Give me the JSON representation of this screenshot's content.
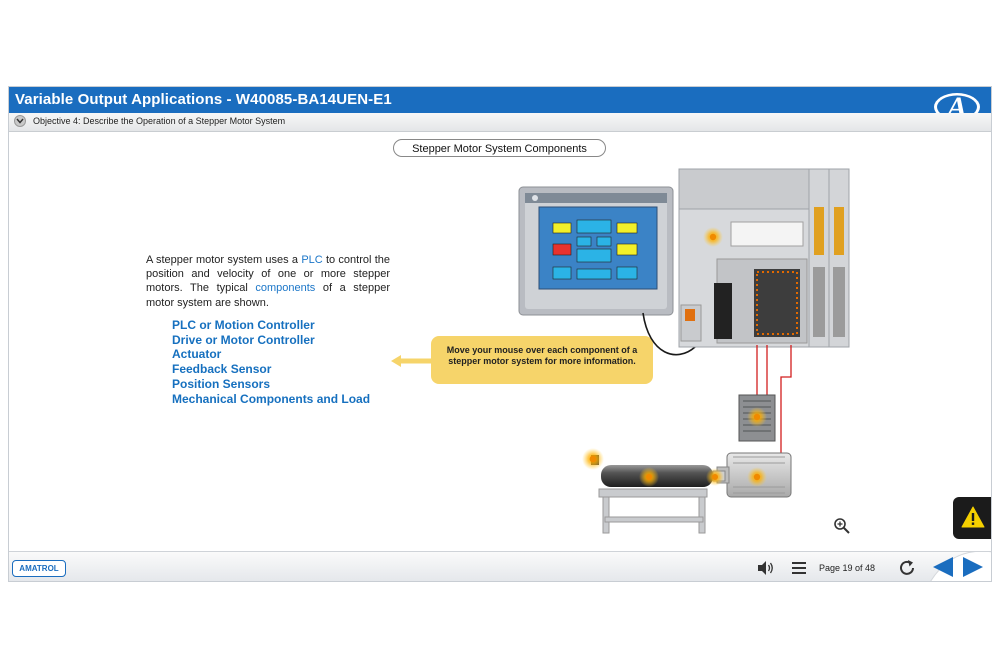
{
  "header": {
    "title": "Variable Output Applications - W40085-BA14UEN-E1",
    "logo_letter": "A"
  },
  "objective": {
    "text": "Objective 4: Describe the Operation of a Stepper Motor System"
  },
  "content": {
    "section_title": "Stepper Motor System Components",
    "intro": {
      "part1": "A stepper motor system uses a ",
      "link1": "PLC",
      "part2": " to control the position and velocity of one or more stepper motors. The typical ",
      "link2": "components",
      "part3": " of a stepper motor system are shown."
    },
    "components": [
      "PLC or Motion Controller",
      "Drive or Motor Controller",
      "Actuator",
      "Feedback Sensor",
      "Position Sensors",
      "Mechanical Components and Load"
    ],
    "callout": "Move your mouse over each component of a stepper motor system for more information."
  },
  "footer": {
    "brand": "AMATROL",
    "page_label": "Page 19 of 48"
  },
  "icons": {
    "objective_toggle": "chevron-down-icon",
    "audio": "speaker-icon",
    "menu": "menu-icon",
    "refresh": "refresh-icon",
    "prev": "arrow-left-icon",
    "next": "arrow-right-icon",
    "zoom": "zoom-in-icon",
    "warning": "warning-icon"
  },
  "colors": {
    "brand_blue": "#1a6dbf",
    "link_blue": "#1b76c8",
    "callout_yellow": "#f6d46a",
    "hotspot_orange": "#f5a623"
  }
}
